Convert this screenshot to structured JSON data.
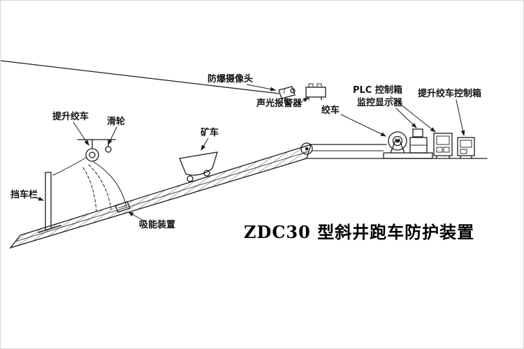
{
  "page": {
    "background": "#ffffff",
    "line_color": "#1c1c1c"
  },
  "diagram": {
    "title": "ZDC30 型斜井跑车防护装置",
    "labels": {
      "camera": "防爆摄像头",
      "alarm": "声光报警器",
      "plc_box": "PLC 控制箱",
      "monitor": "监控显示器",
      "hoist_winch_box": "提升绞车控制箱",
      "winch": "绞车",
      "hoist_winch": "提升绞车",
      "pulley": "滑轮",
      "mine_car": "矿车",
      "stop_barrier": "挡车栏",
      "energy_absorber": "吸能装置"
    }
  }
}
